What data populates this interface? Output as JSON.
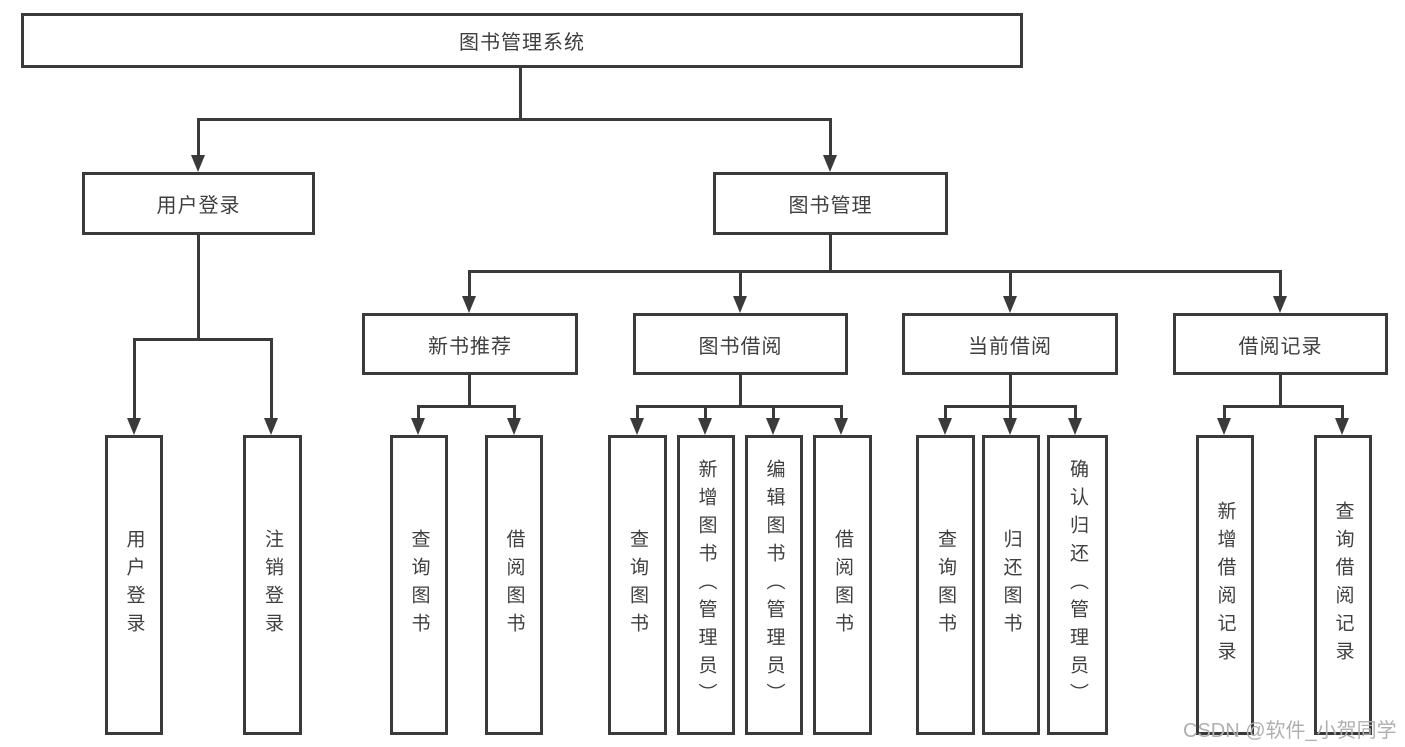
{
  "diagram_type": "hierarchy-tree",
  "colors": {
    "line": "#3a3a3a",
    "box_border": "#3a3a3a",
    "box_background": "#ffffff",
    "text": "#3f3f3f",
    "watermark": "#b0b0b0"
  },
  "nodes": {
    "root": {
      "label": "图书管理系统"
    },
    "user_login": {
      "label": "用户登录"
    },
    "book_mgmt": {
      "label": "图书管理"
    },
    "new_book_rec": {
      "label": "新书推荐"
    },
    "book_borrow": {
      "label": "图书借阅"
    },
    "current_borrow": {
      "label": "当前借阅"
    },
    "borrow_records": {
      "label": "借阅记录"
    },
    "leaf_user_login": {
      "label": "用户登录"
    },
    "leaf_user_logout": {
      "label": "注销登录"
    },
    "leaf_nb_query": {
      "label": "查询图书"
    },
    "leaf_nb_borrow": {
      "label": "借阅图书"
    },
    "leaf_bw_query": {
      "label": "查询图书"
    },
    "leaf_bw_add": {
      "label": "新增图书（管理员）"
    },
    "leaf_bw_edit": {
      "label": "编辑图书（管理员）"
    },
    "leaf_bw_borrow": {
      "label": "借阅图书"
    },
    "leaf_cb_query": {
      "label": "查询图书"
    },
    "leaf_cb_return": {
      "label": "归还图书"
    },
    "leaf_cb_confirm": {
      "label": "确认归还（管理员）"
    },
    "leaf_rec_add": {
      "label": "新增借阅记录"
    },
    "leaf_rec_query": {
      "label": "查询借阅记录"
    }
  },
  "watermark": {
    "text": "CSDN @软件_小贺同学"
  }
}
